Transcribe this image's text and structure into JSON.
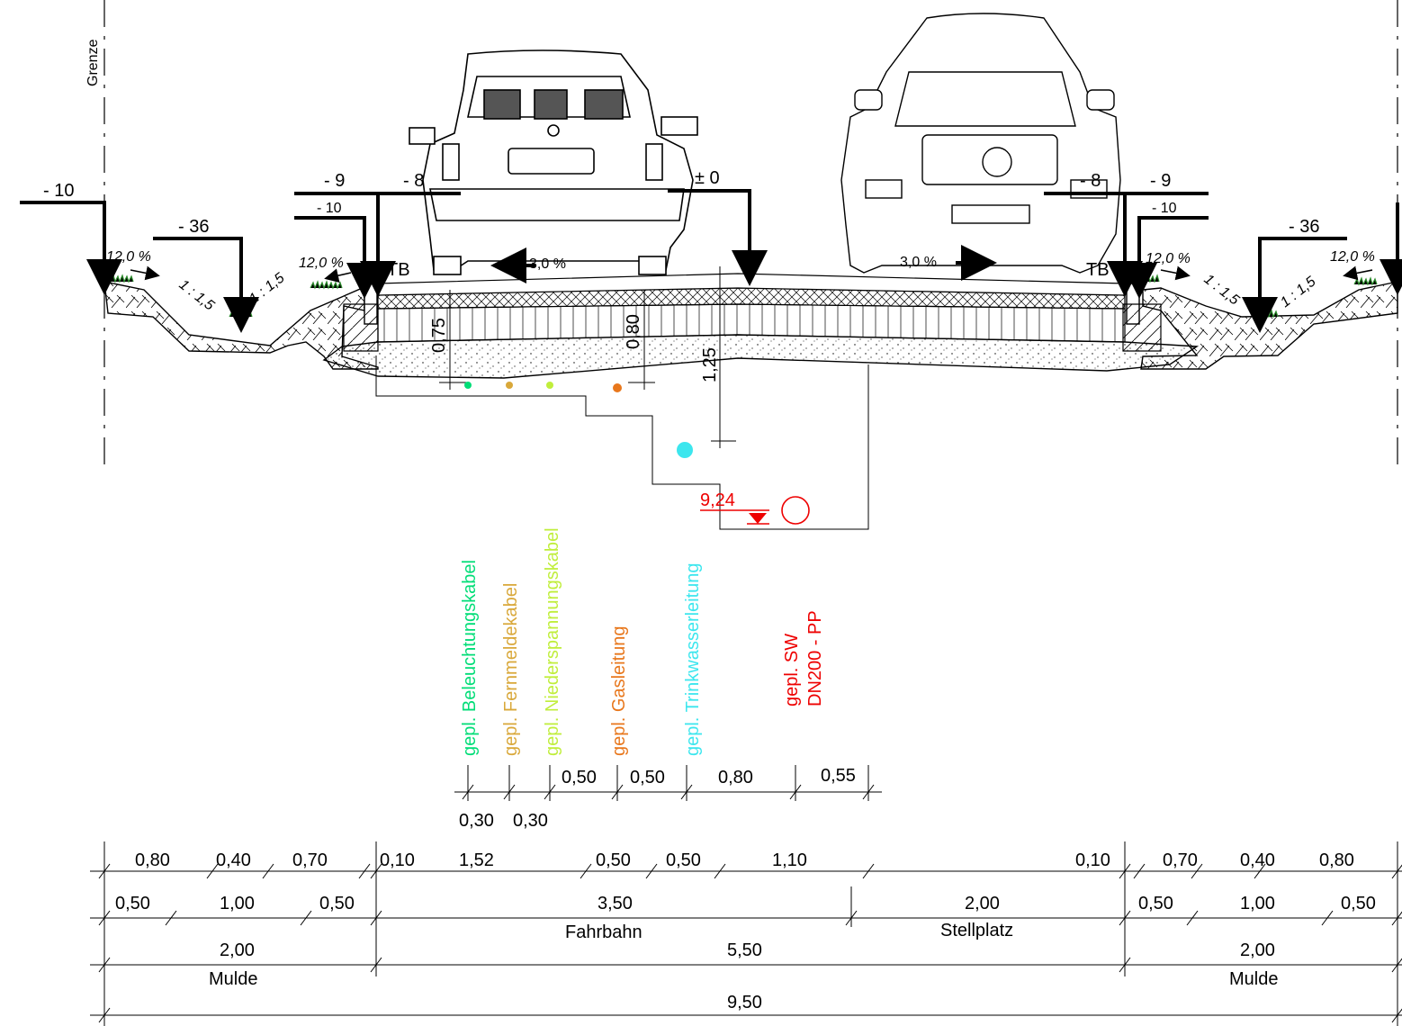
{
  "boundary": {
    "label": "Grenze"
  },
  "levels": {
    "left_outer": "- 10",
    "left_ditch": "- 36",
    "left_edge": "- 9",
    "left_edge_sub": "- 10",
    "left_curb": "- 8",
    "crown": "± 0",
    "right_curb": "- 8",
    "right_edge": "- 9",
    "right_edge_sub": "- 10",
    "right_ditch": "- 36"
  },
  "slopes": {
    "shoulder_left": "12,0 %",
    "shoulder_left_inner": "12,0 %",
    "shoulder_right_inner": "12,0 %",
    "shoulder_right": "12,0 %",
    "road_left": "3,0 %",
    "road_right": "3,0 %",
    "embankment": "1 : 1,5"
  },
  "curb_label": "TB",
  "depths": {
    "d1": "0,75",
    "d2": "0,80",
    "d3": "1,25",
    "sewer_level": "9,24"
  },
  "utilities": [
    {
      "prefix": "gepl.",
      "name": "Beleuchtungskabel",
      "color": "#00dd77"
    },
    {
      "prefix": "gepl.",
      "name": "Fernmeldekabel",
      "color": "#d9a83a"
    },
    {
      "prefix": "gepl.",
      "name": "Niederspannungskabel",
      "color": "#c0ee3c"
    },
    {
      "prefix": "gepl.",
      "name": "Gasleitung",
      "color": "#e8771c"
    },
    {
      "prefix": "gepl.",
      "name": "Trinkwasserleitung",
      "color": "#3ce6ee"
    }
  ],
  "sewer": {
    "line1": "gepl. SW",
    "line2": "DN200 - PP",
    "color": "#ee0000"
  },
  "utility_spacing": {
    "a": "0,30",
    "b": "0,30",
    "c": "0,50",
    "d": "0,50",
    "e": "0,80",
    "f": "0,55"
  },
  "dim_row1": [
    "0,80",
    "0,40",
    "0,70",
    "0,10",
    "1,52",
    "0,50",
    "0,50",
    "1,10",
    "0,10",
    "0,70",
    "0,40",
    "0,80"
  ],
  "dim_row2": [
    "0,50",
    "1,00",
    "0,50",
    "3,50",
    "2,00",
    "0,50",
    "1,00",
    "0,50"
  ],
  "dim_row3": {
    "left": "2,00",
    "middle": "5,50",
    "right": "2,00"
  },
  "zones": {
    "fahrbahn": "Fahrbahn",
    "stellplatz": "Stellplatz",
    "mulde_left": "Mulde",
    "mulde_right": "Mulde"
  },
  "total": "9,50"
}
